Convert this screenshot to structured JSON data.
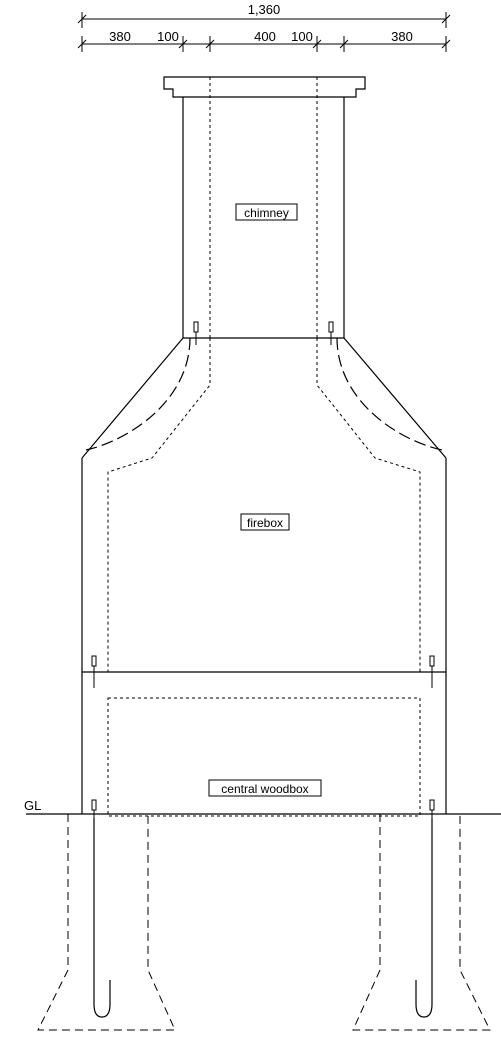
{
  "dimensions": {
    "overall": "1,360",
    "segments": [
      "380",
      "100",
      "400",
      "100",
      "380"
    ]
  },
  "labels": {
    "chimney": "chimney",
    "firebox": "firebox",
    "woodbox": "central woodbox",
    "ground": "GL"
  }
}
